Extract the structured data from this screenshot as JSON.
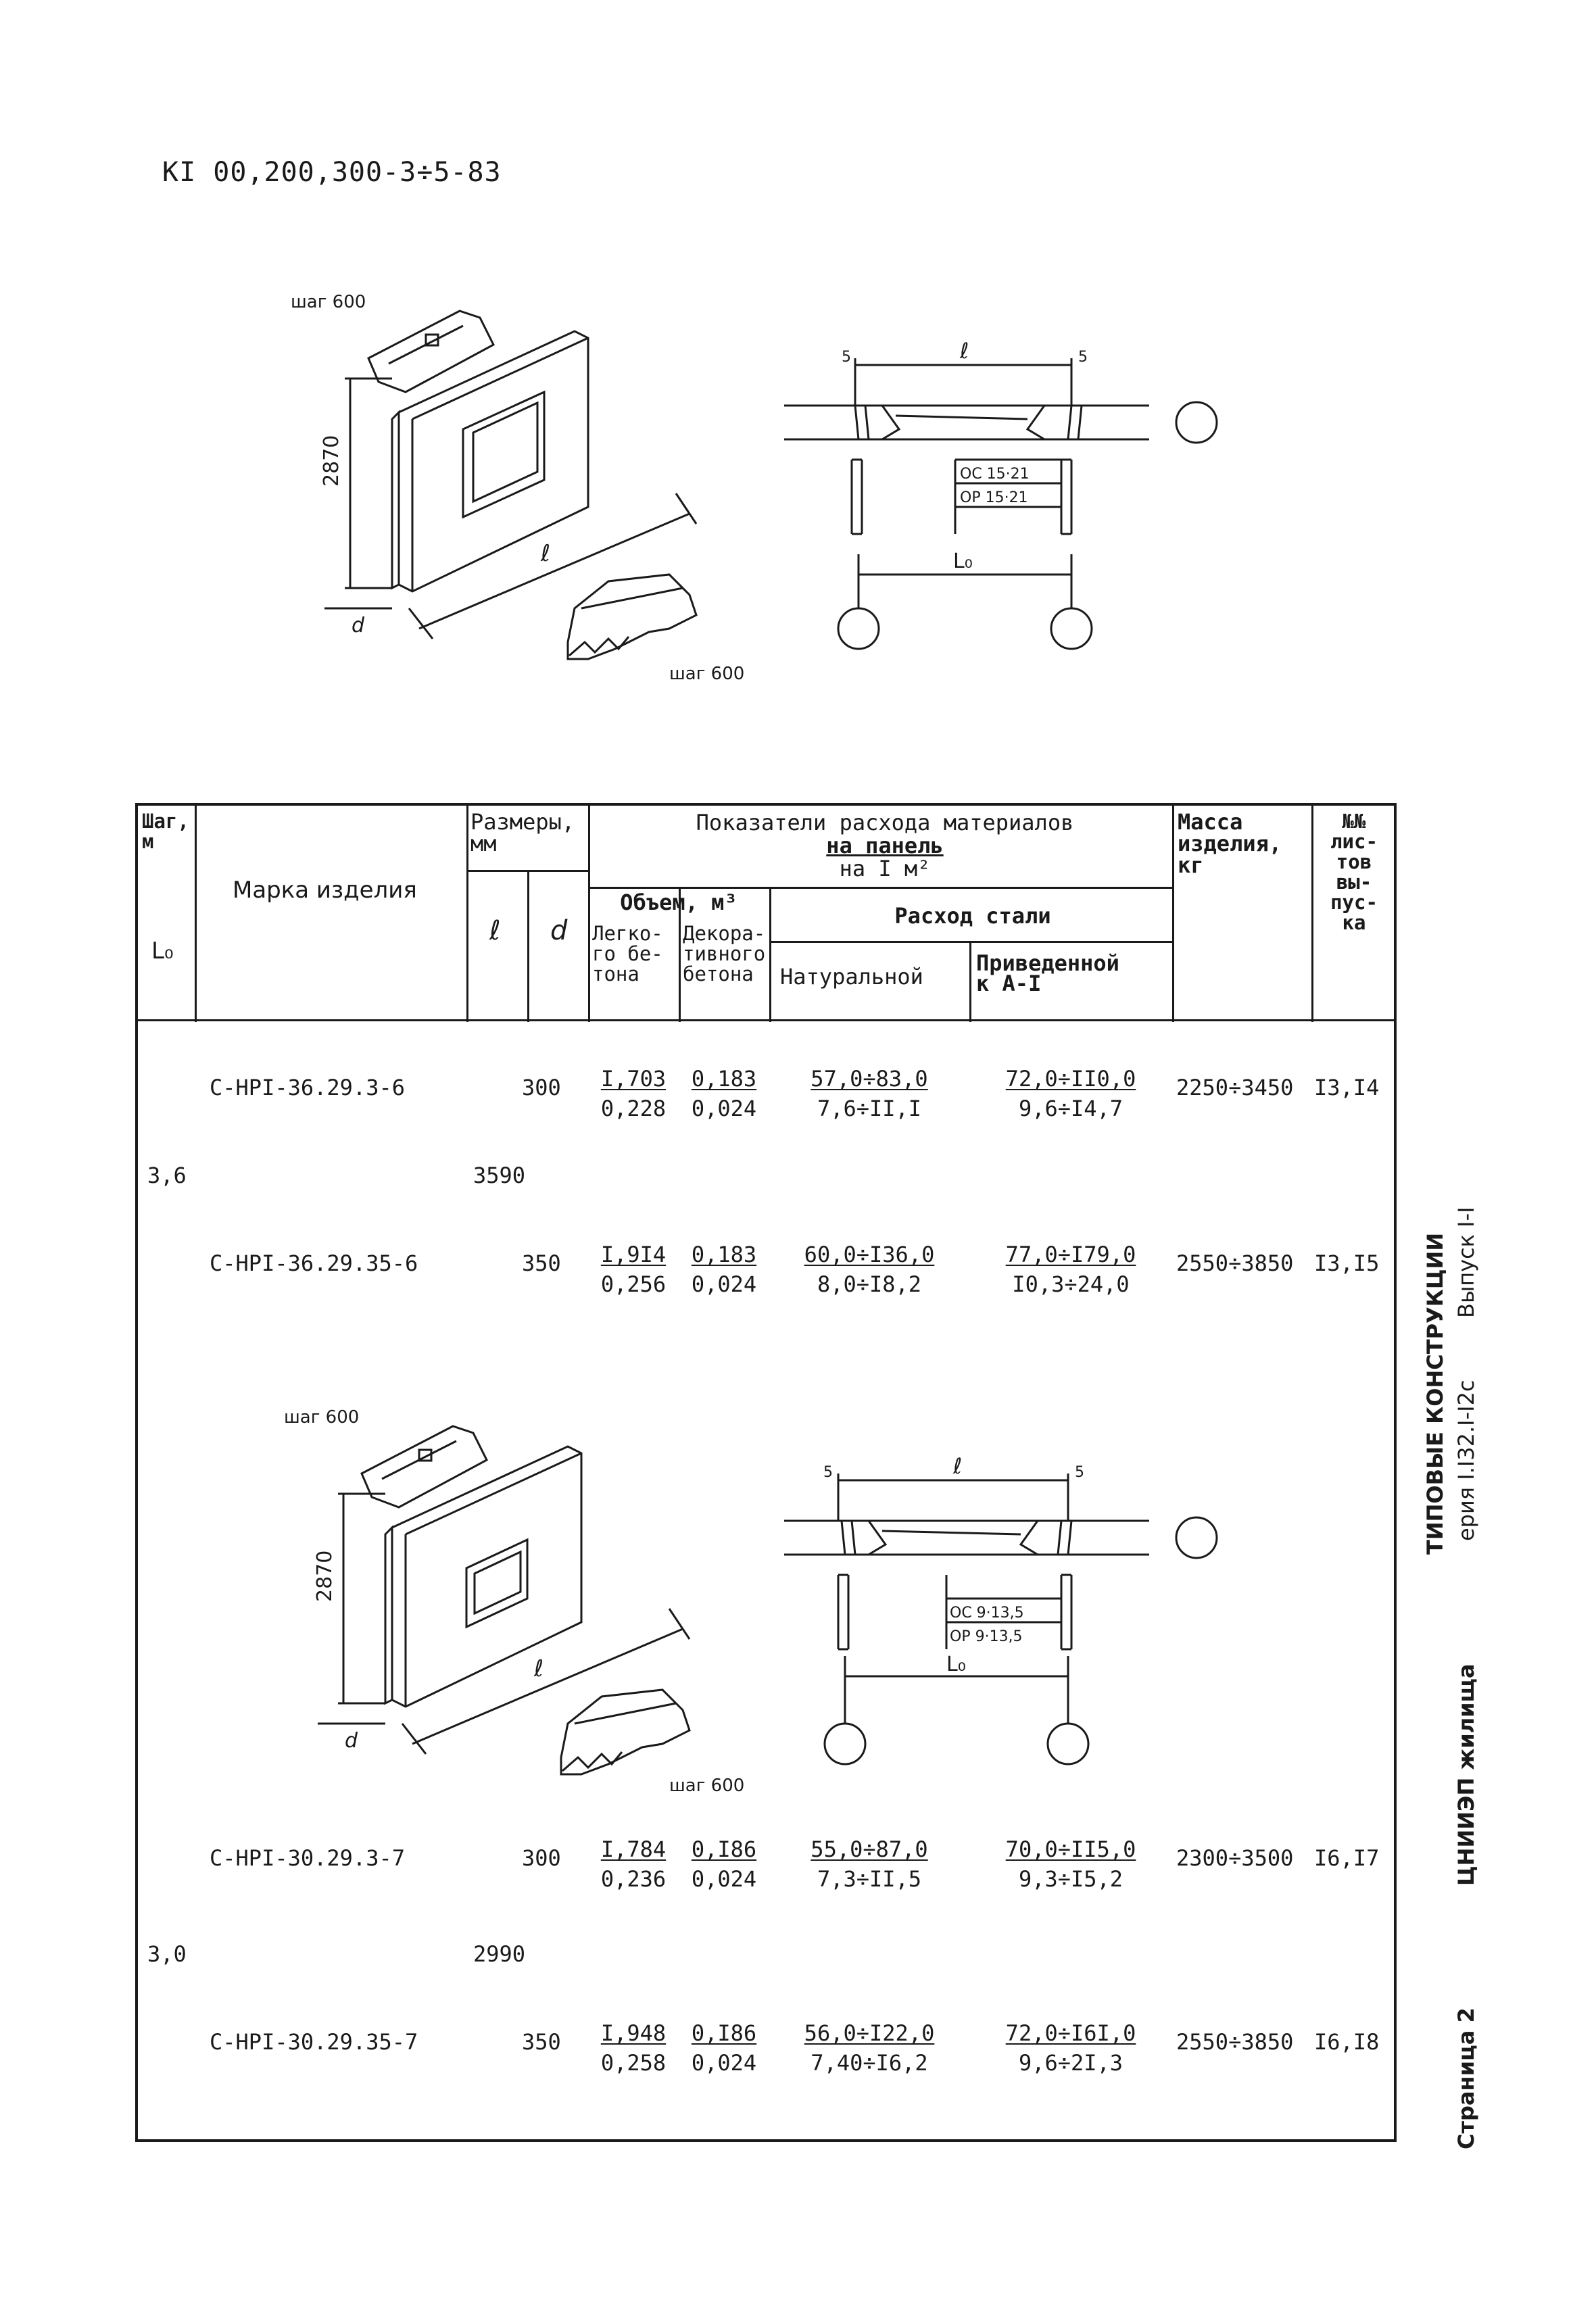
{
  "doc_code": "КI 00,200,300-3÷5-83",
  "figures": {
    "top": {
      "step_top": "шаг 600",
      "height": "2870",
      "dim_l": "ℓ",
      "dim_d": "d",
      "step_bottom": "шаг 600",
      "plan_five_left": "5",
      "plan_five_right": "5",
      "plan_l": "ℓ",
      "oc": "ОС 15·21",
      "op": "ОР 15·21",
      "plan_L": "L₀"
    },
    "bottom": {
      "step_top": "шаг 600",
      "height": "2870",
      "dim_l": "ℓ",
      "dim_d": "d",
      "step_bottom": "шаг 600",
      "plan_five_left": "5",
      "plan_five_right": "5",
      "plan_l": "ℓ",
      "oc": "ОС 9·13,5",
      "op": "ОР 9·13,5",
      "plan_L": "L₀"
    }
  },
  "table": {
    "headers": {
      "step": "Шаг,\nм",
      "step_L": "L₀",
      "mark": "Марка изделия",
      "sizes": "Размеры,\nмм",
      "size_l": "ℓ",
      "size_d": "d",
      "indicators_title": "Показатели расхода материалов",
      "per_panel": "на панель",
      "per_m2": "на I м²",
      "volume": "Объем, м³",
      "light_concrete": "Легко-\nго бе-\nтона",
      "decor_concrete": "Декора-\nтивного\nбетона",
      "steel": "Расход стали",
      "natural": "Натуральной",
      "reduced": "Приведенной\nк А-I",
      "mass": "Масса\nизделия,\nкг",
      "sheets": "№№\nлис-\nтов\nвы-\nпус-\nка"
    },
    "groups": [
      {
        "step": "3,6",
        "length": "3590",
        "rows": [
          {
            "mark": "С-НРI-36.29.3-6",
            "d": "300",
            "light_top": "I,703",
            "light_bot": "0,228",
            "decor_top": "0,183",
            "decor_bot": "0,024",
            "nat_top": "57,0÷83,0",
            "nat_bot": "7,6÷II,I",
            "red_top": "72,0÷II0,0",
            "red_bot": "9,6÷I4,7",
            "mass": "2250÷3450",
            "sheets": "I3,I4"
          },
          {
            "mark": "С-НРI-36.29.35-6",
            "d": "350",
            "light_top": "I,9I4",
            "light_bot": "0,256",
            "decor_top": "0,183",
            "decor_bot": "0,024",
            "nat_top": "60,0÷I36,0",
            "nat_bot": "8,0÷I8,2",
            "red_top": "77,0÷I79,0",
            "red_bot": "I0,3÷24,0",
            "mass": "2550÷3850",
            "sheets": "I3,I5"
          }
        ]
      },
      {
        "step": "3,0",
        "length": "2990",
        "rows": [
          {
            "mark": "С-НРI-30.29.3-7",
            "d": "300",
            "light_top": "I,784",
            "light_bot": "0,236",
            "decor_top": "0,I86",
            "decor_bot": "0,024",
            "nat_top": "55,0÷87,0",
            "nat_bot": "7,3÷II,5",
            "red_top": "70,0÷II5,0",
            "red_bot": "9,3÷I5,2",
            "mass": "2300÷3500",
            "sheets": "I6,I7"
          },
          {
            "mark": "С-НРI-30.29.35-7",
            "d": "350",
            "light_top": "I,948",
            "light_bot": "0,258",
            "decor_top": "0,I86",
            "decor_bot": "0,024",
            "nat_top": "56,0÷I22,0",
            "nat_bot": "7,40÷I6,2",
            "red_top": "72,0÷I6I,0",
            "red_bot": "9,6÷2I,3",
            "mass": "2550÷3850",
            "sheets": "I6,I8"
          }
        ]
      }
    ]
  },
  "sidebar": {
    "title": "ТИПОВЫЕ КОНСТРУКЦИИ",
    "series": "ерия I.I32.I-I2с",
    "issue": "Выпуск I-I",
    "org": "ЦНИИЭП жилища",
    "page": "Страница 2"
  }
}
